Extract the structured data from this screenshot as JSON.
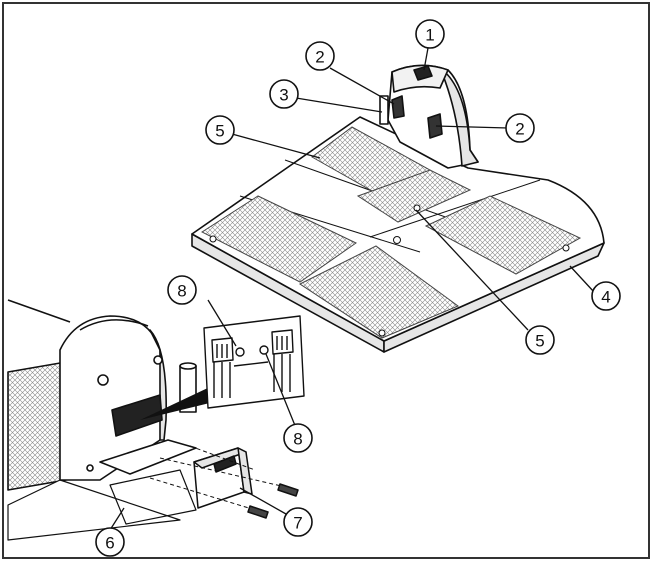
{
  "callouts": [
    {
      "id": "c1",
      "label": "1"
    },
    {
      "id": "c2a",
      "label": "2"
    },
    {
      "id": "c2b",
      "label": "2"
    },
    {
      "id": "c3",
      "label": "3"
    },
    {
      "id": "c4",
      "label": "4"
    },
    {
      "id": "c5a",
      "label": "5"
    },
    {
      "id": "c5b",
      "label": "5"
    },
    {
      "id": "c6",
      "label": "6"
    },
    {
      "id": "c7",
      "label": "7"
    },
    {
      "id": "c8a",
      "label": "8"
    },
    {
      "id": "c8b",
      "label": "8"
    }
  ],
  "colors": {
    "line": "#111111",
    "frame": "#333333",
    "mesh": "#bdbdbd",
    "fill": "#ffffff",
    "shade": "#e6e6e6"
  }
}
